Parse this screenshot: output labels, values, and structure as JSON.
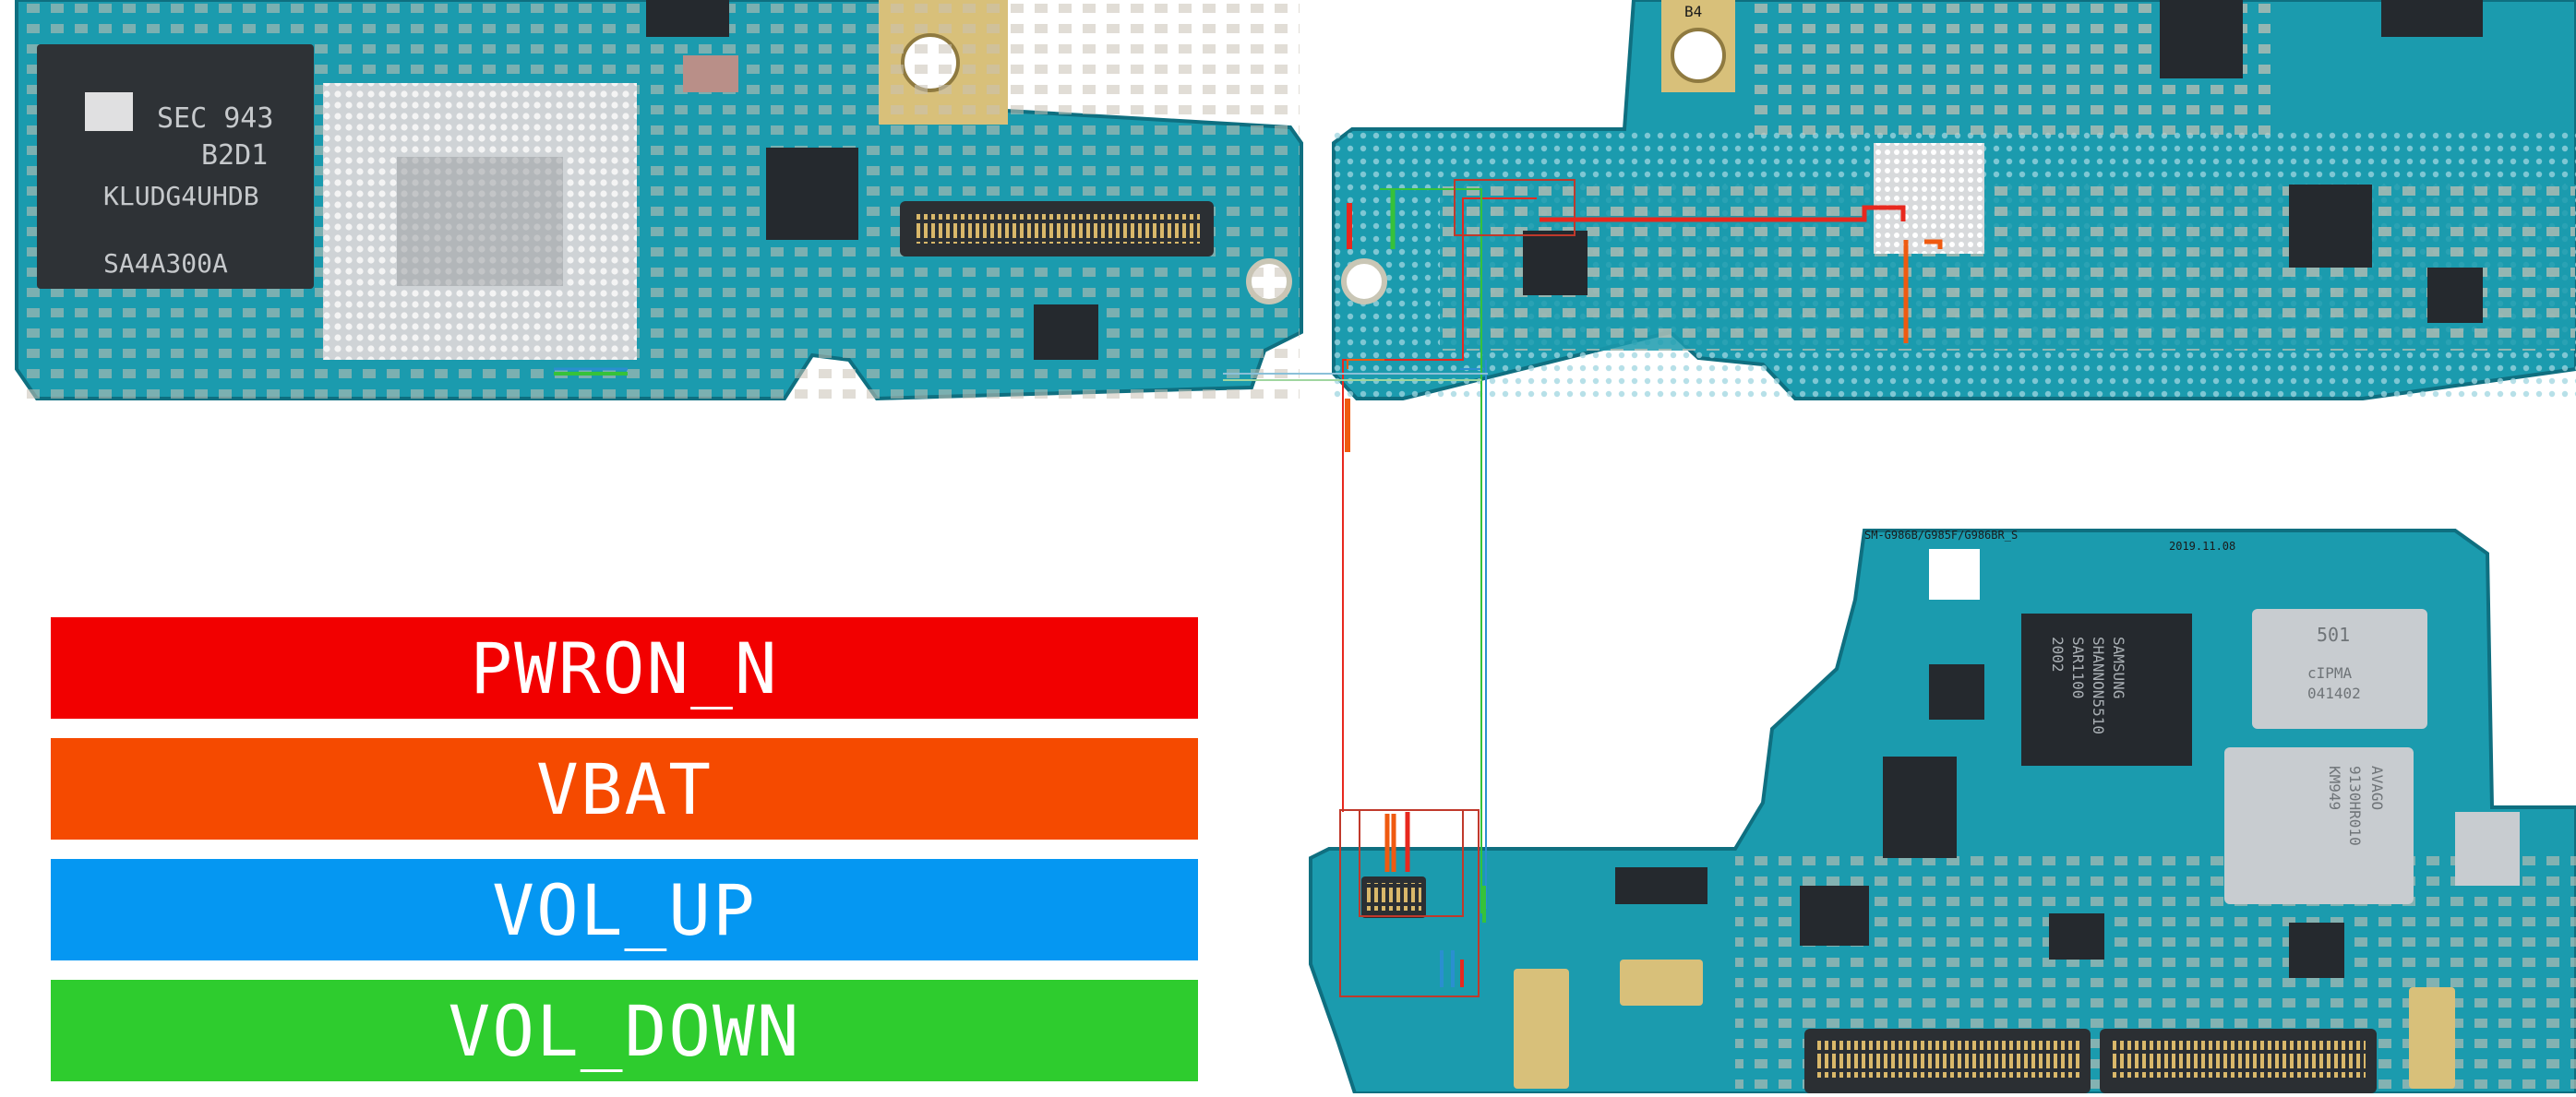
{
  "legend": [
    {
      "label": "PWRON_N",
      "color": "#f20000"
    },
    {
      "label": "VBAT",
      "color": "#f54a00"
    },
    {
      "label": "VOL_UP",
      "color": "#0597f2"
    },
    {
      "label": "VOL_DOWN",
      "color": "#2ecc2e"
    }
  ],
  "board": {
    "chip1_line1": "SEC 943",
    "chip1_line2": "B2D1",
    "chip1_line3": "KLUDG4UHDB",
    "chip1_line4": "SA4A300A",
    "board_code": "SM-G986B/G985F/G986BR_S",
    "board_date": "2019.11.08",
    "modem_line1": "SAMSUNG",
    "modem_line2": "SHANNON5510",
    "modem_line3": "SAR1100",
    "modem_line4": "2002",
    "shield1_line1": "501",
    "shield1_line2": "cIPMA",
    "shield1_line3": "041402",
    "shield2_line1": "AVAGO",
    "shield2_line2": "9130HR010",
    "shield2_line3": "KM949",
    "marker_b4": "B4"
  },
  "colors": {
    "pcb": "#1b9bae",
    "pcb_dark": "#13798a",
    "gold": "#d8c07a",
    "silver": "#c8ccd0",
    "chip": "#25292e",
    "trace_red": "#e8281e",
    "trace_orange": "#ef5a10",
    "trace_blue": "#2a8fd0",
    "trace_green": "#36c23a"
  }
}
